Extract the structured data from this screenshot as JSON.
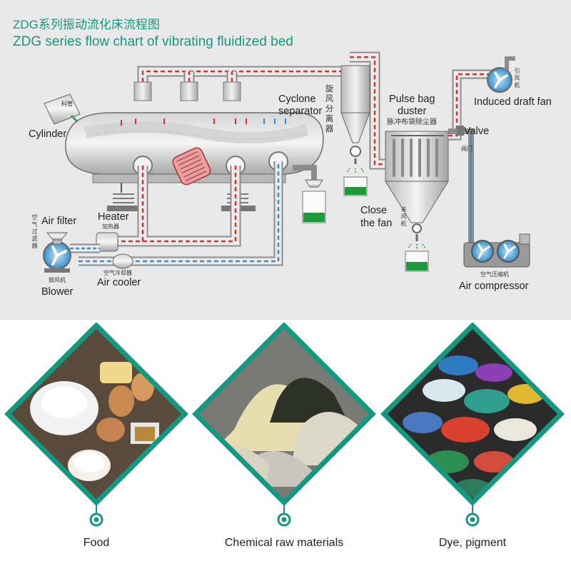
{
  "titles": {
    "cn": "ZDG系列振动流化床流程图",
    "en": "ZDG series flow chart of vibrating fluidized bed"
  },
  "labels": {
    "cylinder": "Cylinder",
    "cylinder_cn": "料管",
    "cyclone_line1": "Cyclone",
    "cyclone_line2": "separator",
    "cyclone_cn": [
      "旋",
      "风",
      "分",
      "离",
      "器"
    ],
    "pulse_line1": "Pulse bag",
    "pulse_line2": "duster",
    "pulse_cn": "脉冲布袋除尘器",
    "induced": "Induced draft fan",
    "induced_cn": [
      "引",
      "风",
      "机"
    ],
    "valve": "Valve",
    "valve_cn": "阀门",
    "air_filter": "Air filter",
    "air_filter_cn": [
      "空",
      "气",
      "过",
      "滤",
      "器"
    ],
    "heater": "Heater",
    "heater_cn": "加热器",
    "close_fan_line1": "Close",
    "close_fan_line2": "the fan",
    "close_fan_cn": [
      "关",
      "风",
      "机"
    ],
    "blower": "Blower",
    "blower_cn": "鼓风机",
    "air_cooler": "Air cooler",
    "air_cooler_cn": "空气冷却器",
    "air_compressor": "Air compressor",
    "air_compressor_cn": "空气压缩机"
  },
  "applications": [
    {
      "label": "Food"
    },
    {
      "label": "Chemical raw materials"
    },
    {
      "label": "Dye, pigment"
    }
  ],
  "colors": {
    "brand_green": "#16977f",
    "hot_air": "#d9342b",
    "cool_air": "#3e8fcc",
    "product_green": "#1f9a3a"
  }
}
